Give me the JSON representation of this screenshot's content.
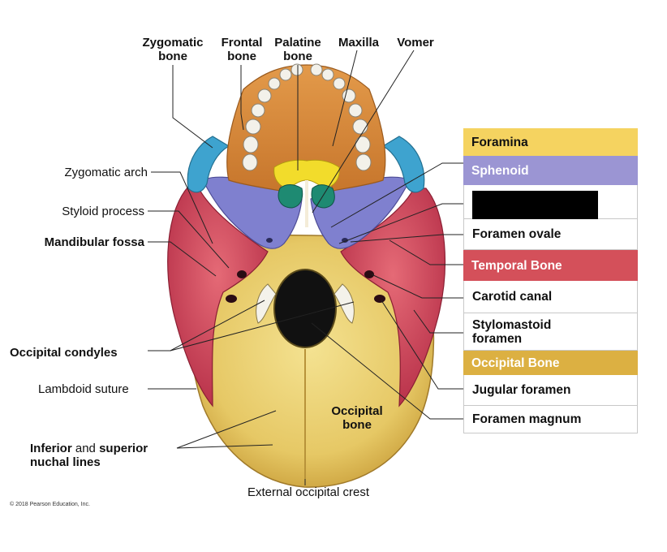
{
  "labels": {
    "zygomatic_bone": [
      "Zygomatic",
      "bone"
    ],
    "frontal_bone": [
      "Frontal",
      "bone"
    ],
    "palatine_bone": [
      "Palatine",
      "bone"
    ],
    "maxilla": "Maxilla",
    "vomer": "Vomer",
    "zygomatic_arch": "Zygomatic arch",
    "styloid_process": "Styloid process",
    "mandibular_fossa": "Mandibular fossa",
    "occipital_condyles": "Occipital condyles",
    "lambdoid_suture": "Lambdoid suture",
    "nuchal_lines": {
      "part1": "Inferior",
      "part2": " and ",
      "part3": "superior",
      "line2": "nuchal lines"
    },
    "occipital_bone_inner": [
      "Occipital",
      "bone"
    ],
    "external_occipital_crest": "External occipital crest"
  },
  "copyright": "© 2018 Pearson Education, Inc.",
  "legend": [
    {
      "text": "Foramina",
      "kind": "header",
      "bg": "#f5d360",
      "fg": "#111111"
    },
    {
      "text": "Sphenoid",
      "kind": "header",
      "bg": "#9b95d3",
      "fg": "#ffffff"
    },
    {
      "text": "",
      "kind": "redacted",
      "bg": "#ffffff",
      "fg": "#111111"
    },
    {
      "text": "Foramen ovale",
      "kind": "item",
      "bg": "#ffffff",
      "fg": "#111111"
    },
    {
      "text": "Temporal Bone",
      "kind": "header",
      "bg": "#d4505a",
      "fg": "#ffffff"
    },
    {
      "text": "Carotid canal",
      "kind": "item",
      "bg": "#ffffff",
      "fg": "#111111"
    },
    {
      "text": "Stylomastoid foramen",
      "kind": "item",
      "bg": "#ffffff",
      "fg": "#111111"
    },
    {
      "text": "Occipital Bone",
      "kind": "header",
      "bg": "#dcb042",
      "fg": "#ffffff"
    },
    {
      "text": "Jugular foramen",
      "kind": "item",
      "bg": "#ffffff",
      "fg": "#111111"
    },
    {
      "text": "Foramen magnum",
      "kind": "item",
      "bg": "#ffffff",
      "fg": "#111111"
    }
  ],
  "colors": {
    "occipital": "#e9cf6e",
    "temporal": "#d2465a",
    "sphenoid": "#7f80cf",
    "maxilla": "#d98a3a",
    "zygomatic": "#3ea3cf",
    "palatine": "#f2dc2b",
    "vomer_nasal": "#1e8a72",
    "tooth": "#f3f1ea",
    "line": "#222222"
  }
}
